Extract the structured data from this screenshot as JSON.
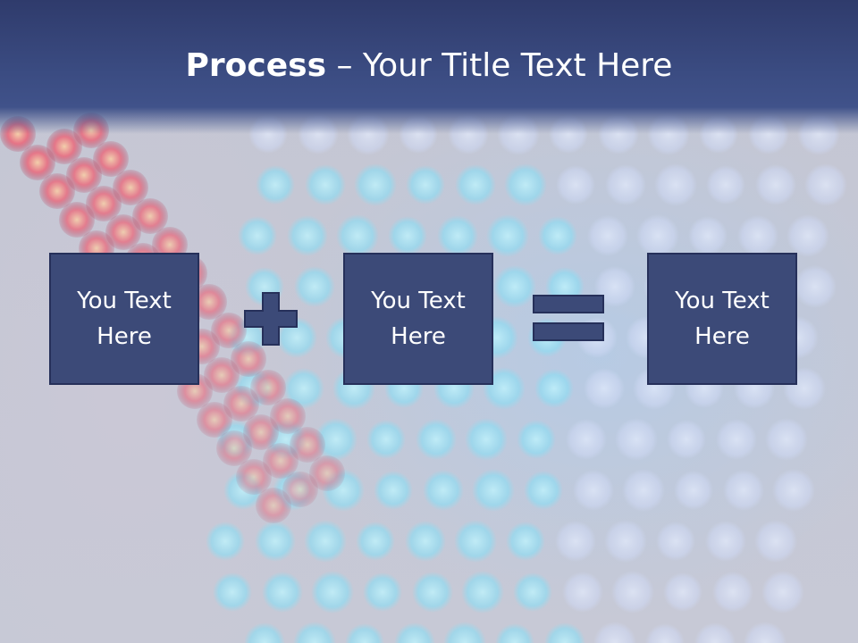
{
  "title": {
    "bold": "Process",
    "separator": " – ",
    "rest": "Your Title Text Here"
  },
  "boxes": [
    {
      "label": "You Text Here"
    },
    {
      "label": "You Text Here"
    },
    {
      "label": "You Text Here"
    }
  ],
  "operators": [
    "plus-icon",
    "equals-icon"
  ],
  "colors": {
    "title_bar": "#3b4c82",
    "box_fill": "#3c4a78",
    "box_border": "#26305a",
    "text": "#ffffff"
  }
}
